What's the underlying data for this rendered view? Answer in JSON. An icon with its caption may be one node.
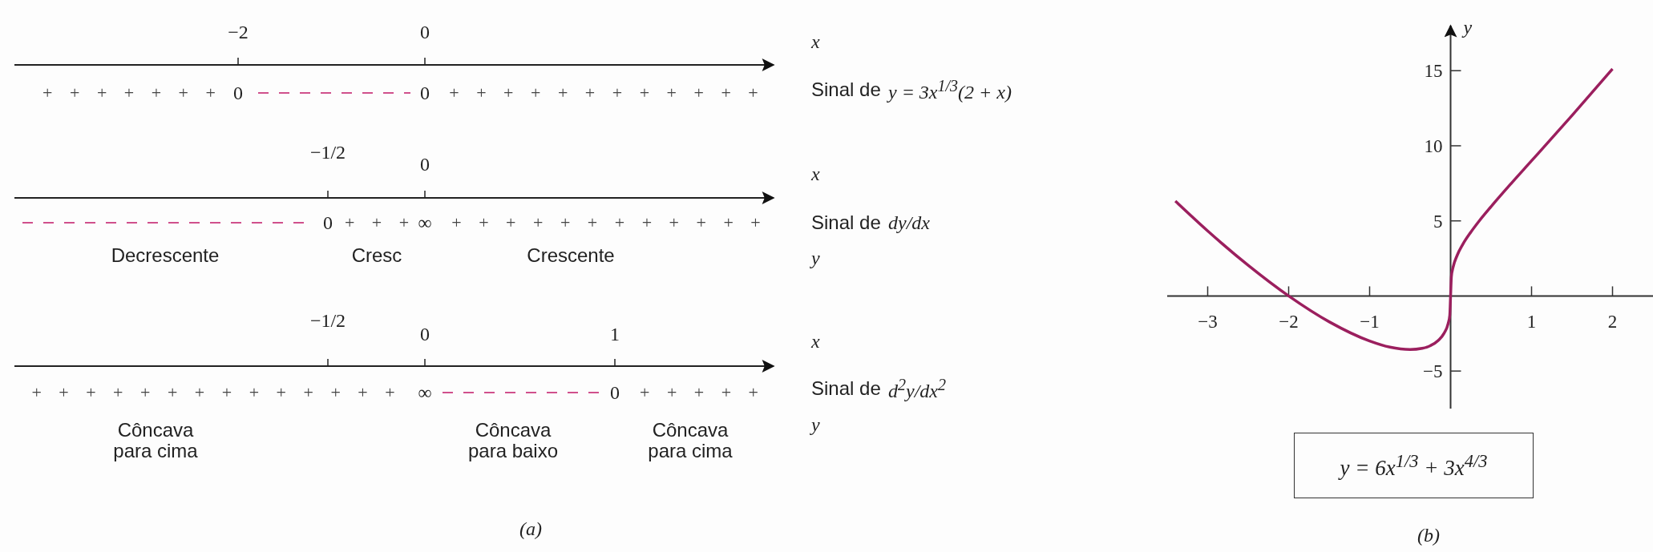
{
  "diagram": {
    "nodes": [
      {
        "text": [
          "y = 6x$^{1/3}$ + 3x$^{4/3}$"
        ]
      }
    ],
    "labels": [
      "−2",
      "0",
      "x",
      "+ + + + + + +",
      "0",
      "0",
      "+ + + + + + + + + + + +",
      "Sinal de",
      "y = 3x$^{1/3}$(2 + x)",
      "−1/2",
      "0",
      "x",
      "0",
      "+ + +",
      "∞",
      "+ + + + + + + + + + + +",
      "Sinal de",
      "dy/dx",
      "Decrescente",
      "Cresc",
      "Crescente",
      "y",
      "−1/2",
      "0",
      "1",
      "x",
      "+ + + + + + + + + + + + + +",
      "∞",
      "0",
      "+ + + + +",
      "Sinal de",
      "d$^{2}$y/dx$^{2}$",
      "Côncava para cima",
      "Côncava para baixo",
      "Côncava para cima",
      "y",
      "(a)",
      "(b)"
    ],
    "chart_data": {
      "type": "line",
      "ylabel": "y",
      "x": [
        -3.4,
        -3,
        -2.5,
        -2,
        -1.5,
        -1,
        -0.75,
        -0.5,
        -0.35,
        -0.25,
        -0.15,
        -0.08,
        -0.03,
        -0.01,
        0,
        0.01,
        0.03,
        0.08,
        0.15,
        0.25,
        0.35,
        0.5,
        0.75,
        1,
        1.5,
        2
      ],
      "series": [
        {
          "color": "#9b1f5e",
          "values": [
            6.32,
            4.33,
            2.04,
            0,
            -1.72,
            -3,
            -3.41,
            -3.57,
            -3.49,
            -3.31,
            -2.95,
            -2.48,
            -1.84,
            -1.29,
            0,
            1.3,
            1.89,
            2.69,
            3.43,
            4.25,
            4.97,
            5.95,
            7.5,
            9,
            12.02,
            15.12
          ]
        }
      ],
      "xlim": [
        -3.5,
        2.5
      ],
      "ylim": [
        -7.5,
        18
      ],
      "xticks": [
        {
          "value": -3,
          "label": "−3"
        },
        {
          "value": -2,
          "label": "−2"
        },
        {
          "value": -1,
          "label": "−1"
        },
        {
          "value": 1,
          "label": "1"
        },
        {
          "value": 2,
          "label": "2"
        }
      ],
      "yticks": [
        {
          "value": -5,
          "label": "−5"
        },
        {
          "value": 5,
          "label": "5"
        },
        {
          "value": 10,
          "label": "10"
        },
        {
          "value": 15,
          "label": "15"
        }
      ]
    }
  }
}
